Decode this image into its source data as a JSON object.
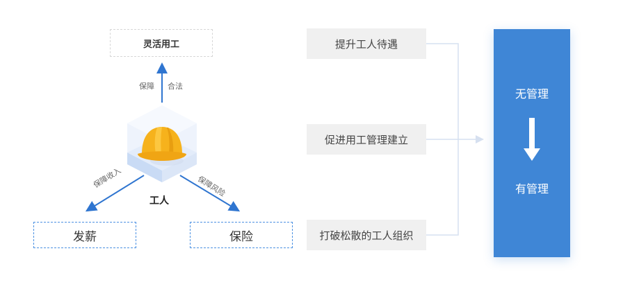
{
  "left_diagram": {
    "center_label": "工人",
    "top_target": "灵活用工",
    "top_labels": [
      "保障",
      "合法"
    ],
    "left_target": "发薪",
    "left_label": "保障收入",
    "right_target": "保险",
    "right_label": "保障风险",
    "icon": "hardhat-icon"
  },
  "goals": [
    {
      "label": "提升工人待遇"
    },
    {
      "label": "促进用工管理建立"
    },
    {
      "label": "打破松散的工人组织"
    }
  ],
  "result_panel": {
    "from": "无管理",
    "to": "有管理",
    "arrow_icon": "arrow-down-icon"
  },
  "colors": {
    "accent": "#3f86d6",
    "arrow": "#2f75d0",
    "connector": "#d6e0f0",
    "helmet": "#f6b21c"
  }
}
